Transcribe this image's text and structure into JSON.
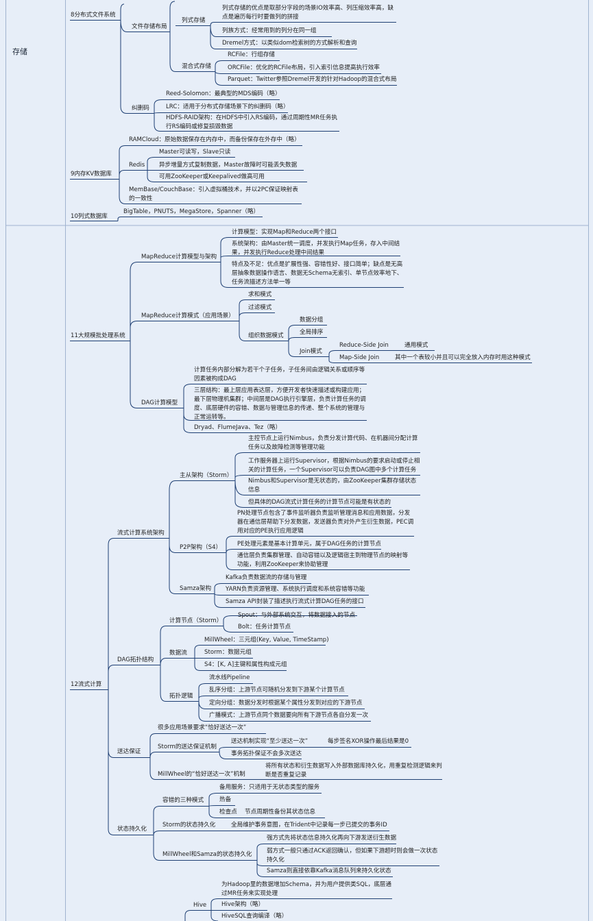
{
  "theme": {
    "background": "#e7eef8",
    "line": "#1e3f73",
    "cell_border": "#9fb3cf"
  },
  "sections": {
    "storage": "存储"
  },
  "chapters": {
    "c8": "8分布式文件系统",
    "c9": "9内存KV数据库",
    "c10": "10列式数据库",
    "c11": "11大规模批处理系统",
    "c12": "12流式计算"
  },
  "nodes": {
    "n_file_layout": "文件存储布局",
    "n_col_store": "列式存储",
    "n_col_adv": "列式存储的优点是取部分字段的场景IO效率高、列压缩效率高，缺点是遍历每行时要做列的拼接",
    "n_col_family": "列族方式：经常用到的列分在同一组",
    "n_dremel": "Dremel方式：以类似dom检索树的方式解析和查询",
    "n_hybrid": "混合式存储",
    "n_rcfile": "RCFile：行组存储",
    "n_orcfile": "ORCFile：优化的RCFile布局，引入索引信息提高执行效率",
    "n_parquet": "Parquet：Twitter参照Dremel开发的针对Hadoop的混合式布局",
    "n_ec": "纠删码",
    "n_rs": "Reed-Solomon：最典型的MDS编码（略）",
    "n_lrc": "LRC：适用于分布式存储场景下的纠删码（略）",
    "n_raid": "HDFS-RAID架构：在HDFS中引入RS编码，通过周期性MR任务执行RS编码或修复损毁数据",
    "n_ramcloud": "RAMCloud：原始数据保存在内存中，而备份保存在外存中（略）",
    "n_redis": "Redis",
    "n_redis1": "Master可读写，Slave只读",
    "n_redis2": "异步增量方式复制数据，Master故障时可能丢失数据",
    "n_redis3": "可用ZooKeeper或Keepalived做高可用",
    "n_membase": "MemBase/CouchBase：引入虚拟桶技术，并以2PC保证映射表的一致性",
    "n_bigtable": "BigTable，PNUTS，MegaStore，Spanner（略）",
    "n_mr_model": "MapReduce计算模型与架构",
    "n_mr1": "计算模型：实现Map和Reduce两个接口",
    "n_mr2": "系统架构：由Master统一调度，并发执行Map任务，存入中间结果，并发执行Reduce处理中间结果",
    "n_mr3": "特点及不足：优点是扩展性强、容错性好、接口简单；缺点是无高层抽象数据操作语言、数据无Schema无索引、单节点效率地下、任务流描述方法单一等",
    "n_mr_mode": "MapReduce计算模式（应用场景）",
    "n_sum": "求和模式",
    "n_filter": "过滤模式",
    "n_org": "组织数据模式",
    "n_group": "数据分组",
    "n_sort": "全局排序",
    "n_join": "Join模式",
    "n_rsj": "Reduce-Side Join",
    "n_rsj_d": "通用模式",
    "n_msj": "Map-Side Join",
    "n_msj_d": "其中一个表较小并且可以完全放入内存时用这种模式",
    "n_dag": "DAG计算模型",
    "n_dag1": "计算任务内部分解为若干个子任务，子任务间由逻辑关系或顺序等因素被构成DAG",
    "n_dag2": "三层结构：最上层应用表达层，方便开发者快速描述或构建应用；最下层物理机集群；中间层是DAG执行引擎层，负责计算任务的调度、底层硬件的容错、数据与管理信息的传递、整个系统的管理与正常运转等。",
    "n_dag3": "Dryad、FlumeJava、Tez（略）",
    "n_stream_arch": "流式计算系统架构",
    "n_ms": "主从架构（Storm）",
    "n_ms1": "主控节点上运行Nimbus，负责分发计算代码、在机器间分配计算任务以及故障检测等管理功能",
    "n_ms2": "工作服务器上运行Supervisor，根据Nimbus的要求启动或停止相关的计算任务，一个Supervisor可以负责DAG图中多个计算任务",
    "n_ms3": "Nimbus和Supervisor是无状态的，由ZooKeeper集群存储状态信息",
    "n_ms4": "但具体的DAG流式计算任务的计算节点可能是有状态的",
    "n_p2p": "P2P架构（S4）",
    "n_p2p1": "PN处理节点包含了事件监听器负责监听管理消息和应用数据，分发器在通信层帮助下分发数据，发送器负责对外产生衍生数据，PEC调用对应的PE执行应用逻辑",
    "n_p2p2": "PE处理元素是基本计算单元，属于DAG任务的计算节点",
    "n_p2p3": "通信层负责集群管理、自动容错以及逻辑宿主到物理节点的映射等功能，利用ZooKeeper来协助管理",
    "n_samza": "Samza架构",
    "n_samza1": "Kafka负责数据流的存储与管理",
    "n_samza2": "YARN负责资源管理、系统执行调度和系统容错等功能",
    "n_samza3": "Samza API封装了描述执行流式计算DAG任务的接口",
    "n_dag_topo": "DAG拓扑结构",
    "n_compute_node": "计算节点（Storm）",
    "n_spout": "Spout：与外部系统交互，将数据接入的节点",
    "n_bolt": "Bolt：任务计算节点",
    "n_dataflow": "数据流",
    "n_millwheel": "MillWheel：三元组(Key, Value, TimeStamp)",
    "n_storm_tuple": "Storm：数据元组",
    "n_s4": "S4：[K, A]主键和属性构成元组",
    "n_topo_logic": "拓扑逻辑",
    "n_pipeline": "流水线Pipeline",
    "n_shuffle": "乱序分组：上游节点可随机分发到下游某个计算节点",
    "n_direct": "定向分组：数据分发时根据某个属性分发到对应的下游节点",
    "n_broadcast": "广播模式：上游节点同个数据要向所有下游节点各自分发一次",
    "n_delivery": "送达保证",
    "n_del1": "很多应用场景要求“恰好送达一次”",
    "n_storm_del": "Storm的送达保证机制",
    "n_storm_del1": "送达机制实现“至少送达一次”",
    "n_storm_del1_d": "每步签名XOR操作最后结果是0",
    "n_storm_del2": "事务拓扑保证不会多次送达",
    "n_mw_del": "MillWheel的“恰好送达一次”机制",
    "n_mw_del_d": "将所有状态和衍生数据写入外部数据库持久化，用重复检测逻辑来判断是否重复记录",
    "n_state": "状态持久化",
    "n_ft": "容错的三种模式",
    "n_ft1": "备用服务：只适用于无状态类型的服务",
    "n_ft2": "热备",
    "n_ft3": "检查点",
    "n_ft3_d": "节点周期性备份其状态信息",
    "n_storm_state": "Storm的状态持久化",
    "n_storm_state_d": "全局维护事务意图，在Trident中记录每一步已提交的事务ID",
    "n_mws": "MillWheel和Samza的状态持久化",
    "n_mws1": "强方式先将状态信息持久化再向下游发送衍生数据",
    "n_mws2": "弱方式一般只通过ACK返回确认，但如果下游超时则会做一次状态持久化",
    "n_mws3": "Samza则直接依靠Kafka消息队列来持久化状态",
    "n_hive": "Hive",
    "n_hive1": "为Hadoop里的数据增加Schema，并为用户提供类SQL，底层通过MR任务来实现处理",
    "n_hive2": "Hive架构（略）",
    "n_hive3": "HiveSQL查询编译（略）"
  }
}
